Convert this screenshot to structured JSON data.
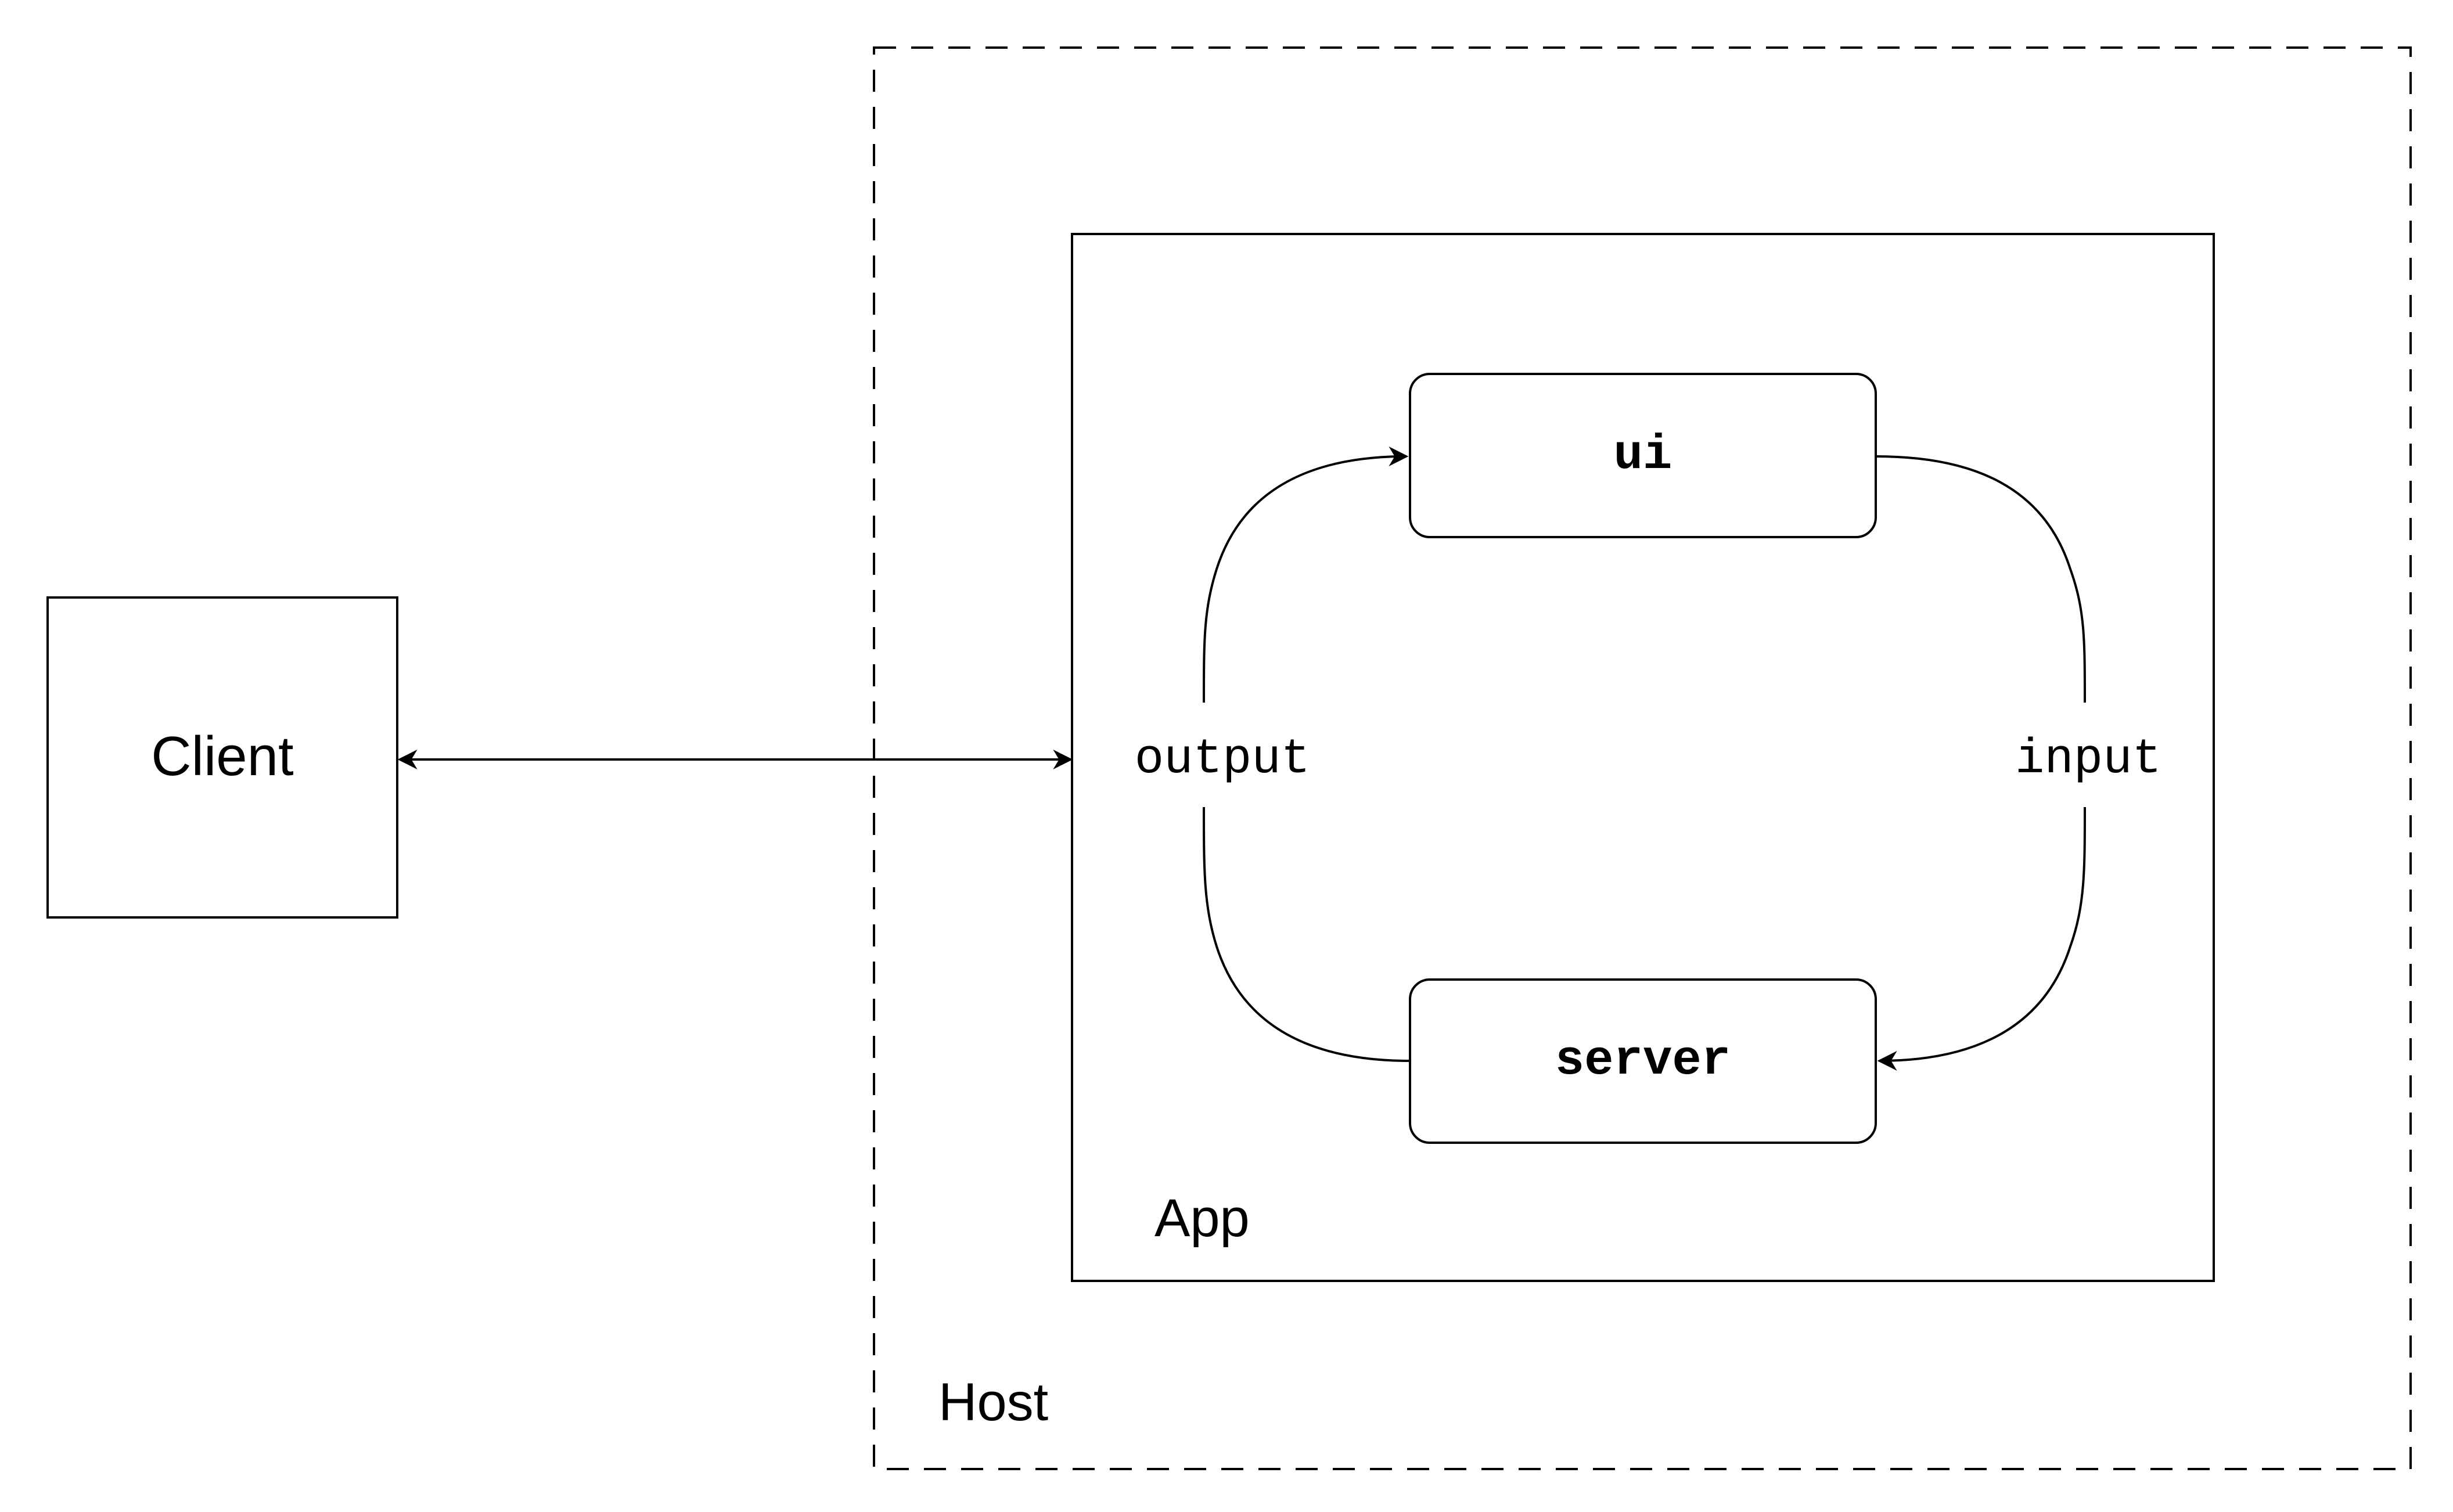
{
  "nodes": {
    "client": {
      "label": "Client"
    },
    "host": {
      "label": "Host"
    },
    "app": {
      "label": "App"
    },
    "ui": {
      "label": "ui"
    },
    "server": {
      "label": "server"
    }
  },
  "edges": {
    "client_app": {
      "from": "client",
      "to": "app",
      "bidirectional": true
    },
    "output": {
      "from": "server",
      "to": "ui",
      "label": "output"
    },
    "input": {
      "from": "ui",
      "to": "server",
      "label": "input"
    }
  },
  "colors": {
    "stroke": "#000000",
    "background": "#ffffff",
    "text": "#000000"
  }
}
